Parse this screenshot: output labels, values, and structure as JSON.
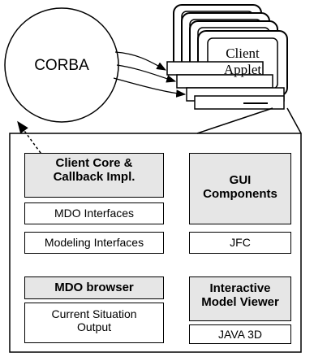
{
  "corba": {
    "label": "CORBA"
  },
  "client": {
    "line1": "Client",
    "line2": "Applet"
  },
  "modules": {
    "client_core": {
      "line1": "Client Core &",
      "line2": "Callback Impl."
    },
    "mdo_interfaces": "MDO Interfaces",
    "modeling_interfaces": "Modeling Interfaces",
    "gui_components": {
      "line1": "GUI",
      "line2": "Components"
    },
    "jfc": "JFC",
    "mdo_browser": "MDO browser",
    "current_situation": {
      "line1": "Current Situation",
      "line2": "Output"
    },
    "model_viewer": {
      "line1": "Interactive",
      "line2": "Model Viewer"
    },
    "java3d": "JAVA 3D"
  },
  "colors": {
    "shaded_box": "#e6e6e6",
    "line": "#000000"
  }
}
